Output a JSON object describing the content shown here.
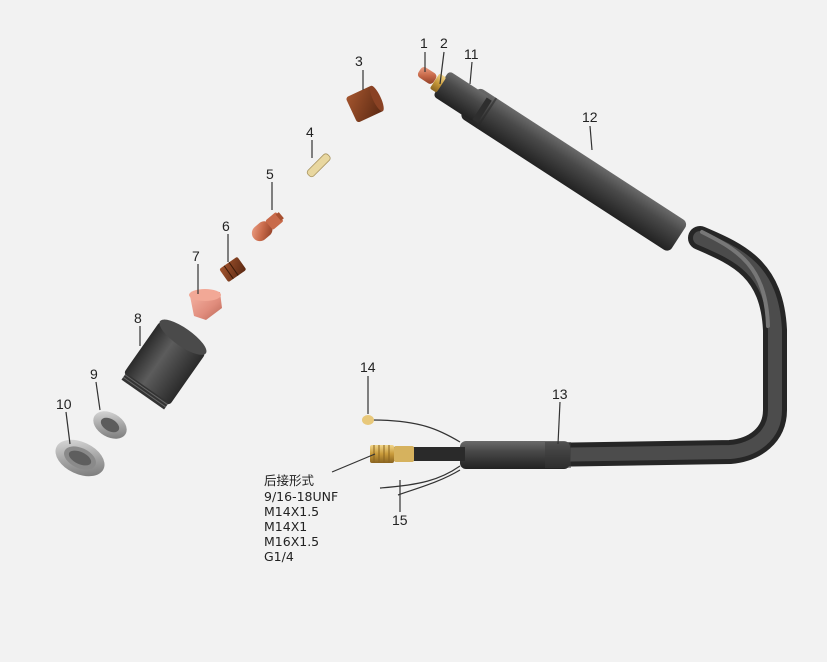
{
  "colors": {
    "background": "#f2f2f2",
    "hose": "#3c3c3c",
    "copper": "#b8603e",
    "brass": "#c89a3a",
    "ceramic": "#7a3a1e",
    "metal": "#a6a6a6",
    "pink_copper": "#e08c7c"
  },
  "parts": {
    "p1": "1",
    "p2": "2",
    "p3": "3",
    "p4": "4",
    "p5": "5",
    "p6": "6",
    "p7": "7",
    "p8": "8",
    "p9": "9",
    "p10": "10",
    "p11": "11",
    "p12": "12",
    "p13": "13",
    "p14": "14",
    "p15": "15"
  },
  "rear_connection": {
    "title": "后接形式",
    "options": [
      "9/16-18UNF",
      "M14X1.5",
      "M14X1",
      "M16X1.5",
      "G1/4"
    ]
  }
}
